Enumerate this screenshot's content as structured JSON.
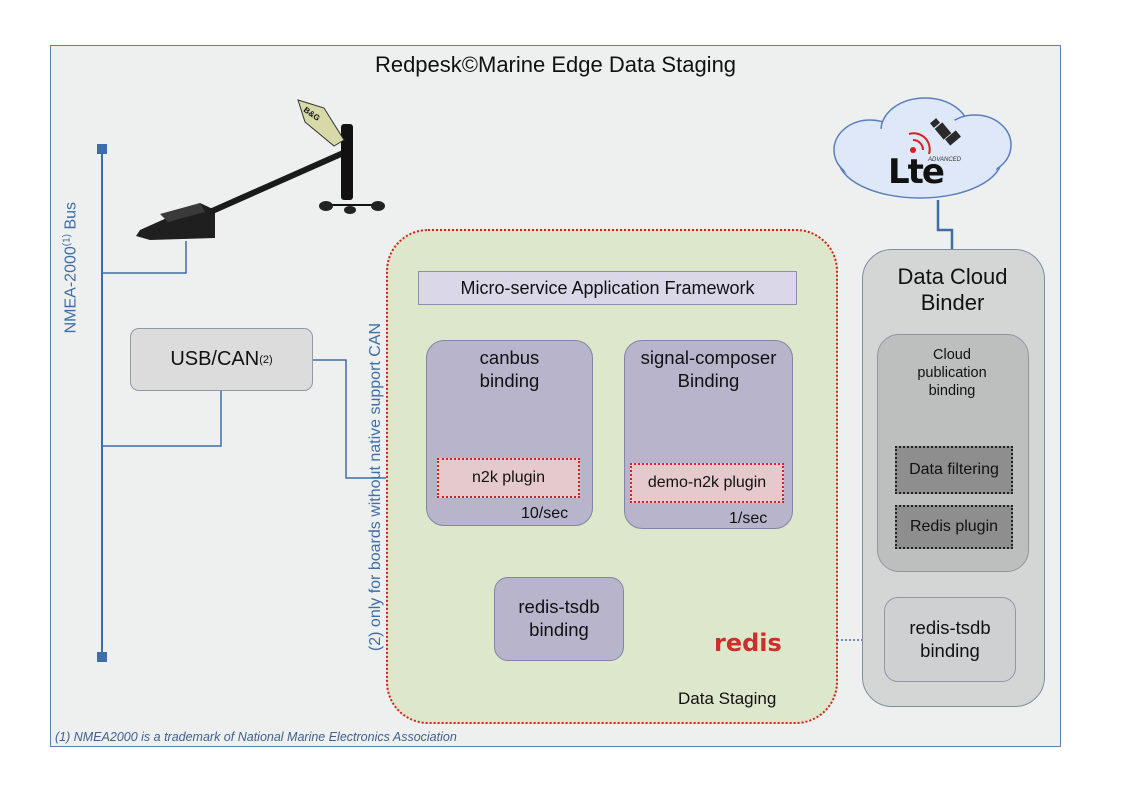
{
  "title": "Redpesk©Marine Edge Data Staging",
  "footnote": "(1) NMEA2000 is a trademark of National Marine Electronics Association",
  "bus_label": {
    "text": "NMEA-2000",
    "sup": "(1)",
    "suffix": " Bus"
  },
  "can_note": "(2) only for boards without native support CAN",
  "usb_can": {
    "text": "USB/CAN",
    "sup": "(2)"
  },
  "framework": "Micro-service Application Framework",
  "canbus": {
    "line1": "canbus",
    "line2": "binding",
    "plugin": "n2k plugin",
    "rate": "10/sec"
  },
  "signal_composer": {
    "line1": "signal-composer",
    "line2": "Binding",
    "plugin": "demo-n2k plugin",
    "rate": "1/sec"
  },
  "redis_tsdb_local": {
    "line1": "redis-tsdb",
    "line2": "binding"
  },
  "redis_db_label": "redis",
  "staging_label": "Data Staging",
  "cloud": {
    "lte": "Lte",
    "sub": "ADVANCED",
    "icon": "satellite-icon"
  },
  "data_cloud_binder": {
    "line1": "Data Cloud",
    "line2": "Binder"
  },
  "cloud_publication": {
    "line1": "Cloud",
    "line2": "publication",
    "line3": "binding"
  },
  "data_filtering": "Data filtering",
  "redis_plugin": "Redis plugin",
  "redis_tsdb_cloud": {
    "line1": "redis-tsdb",
    "line2": "binding"
  },
  "colors": {
    "bus": "#3f6da8",
    "dotted_red": "#d42121",
    "staging_bg": "#dde7cb",
    "binding_bg": "#b7b4cc",
    "frame_border": "#5b7fa6"
  }
}
